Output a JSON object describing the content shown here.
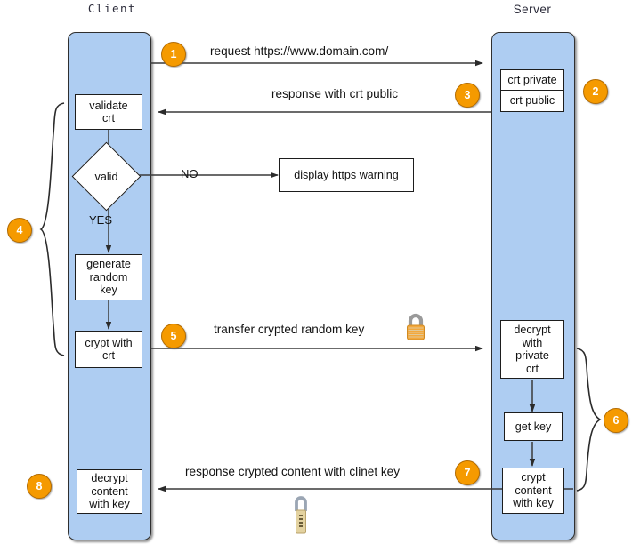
{
  "diagram": {
    "title_client": "Client",
    "title_server": "Server",
    "colors": {
      "lane_fill": "#aecdf2",
      "badge_fill": "#f59a00",
      "badge_text": "#ffffff",
      "node_fill": "#ffffff",
      "stroke": "#1d1d1d"
    }
  },
  "client": {
    "label": "Client",
    "nodes": {
      "validate": "validate\ncrt",
      "validate_l1": "validate",
      "validate_l2": "crt",
      "decision": "valid",
      "yes_label": "YES",
      "no_label": "NO",
      "generate_l1": "generate",
      "generate_l2": "random",
      "generate_l3": "key",
      "crypt_l1": "crypt with",
      "crypt_l2": "crt",
      "decrypt_l1": "decrypt",
      "decrypt_l2": "content",
      "decrypt_l3": "with key"
    }
  },
  "server": {
    "label": "Server",
    "nodes": {
      "crt_private": "crt private",
      "crt_public": "crt public",
      "decrypt_l1": "decrypt",
      "decrypt_l2": "with",
      "decrypt_l3": "private",
      "decrypt_l4": "crt",
      "get_key": "get key",
      "crypt_l1": "crypt",
      "crypt_l2": "content",
      "crypt_l3": "with key"
    }
  },
  "external": {
    "warning_box": "display https warning"
  },
  "messages": {
    "m1": "request https://www.domain.com/",
    "m3": "response with crt public",
    "m5": "transfer crypted random key",
    "m7": "response crypted content with clinet key"
  },
  "badges": {
    "b1": "1",
    "b2": "2",
    "b3": "3",
    "b4": "4",
    "b5": "5",
    "b6": "6",
    "b7": "7",
    "b8": "8"
  },
  "icons": {
    "lock_closed": "closed-padlock-icon",
    "lock_combination": "combination-padlock-icon"
  }
}
